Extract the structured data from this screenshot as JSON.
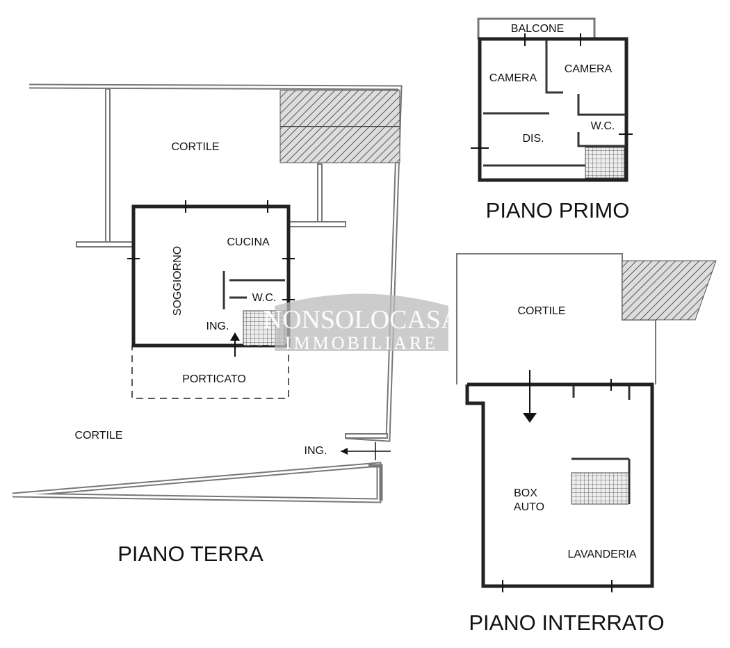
{
  "piano_terra": {
    "title": "PIANO TERRA",
    "rooms": {
      "cortile_top": "CORTILE",
      "cucina": "CUCINA",
      "soggiorno": "SOGGIORNO",
      "wc": "W.C.",
      "ing_inner": "ING.",
      "porticato": "PORTICATO",
      "cortile_bottom": "CORTILE",
      "ing_outer": "ING."
    }
  },
  "piano_primo": {
    "title": "PIANO PRIMO",
    "rooms": {
      "balcone": "BALCONE",
      "camera_left": "CAMERA",
      "camera_right": "CAMERA",
      "dis": "DIS.",
      "wc": "W.C."
    }
  },
  "piano_interrato": {
    "title": "PIANO INTERRATO",
    "rooms": {
      "cortile": "CORTILE",
      "box_line1": "BOX",
      "box_line2": "AUTO",
      "lavanderia": "LAVANDERIA"
    }
  },
  "watermark": {
    "line1": "NONSOLOCASA",
    "line2": "IMMOBILIARE"
  }
}
